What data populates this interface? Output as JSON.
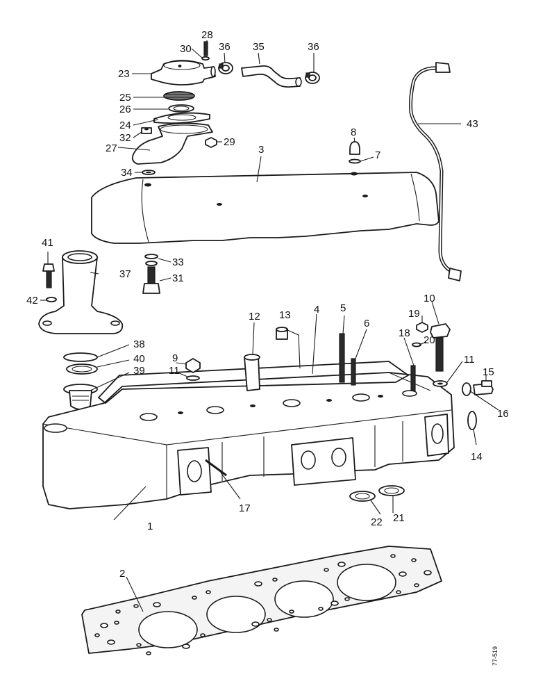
{
  "callouts": [
    {
      "id": "c1",
      "text": "1"
    },
    {
      "id": "c2",
      "text": "2"
    },
    {
      "id": "c3",
      "text": "3"
    },
    {
      "id": "c4",
      "text": "4"
    },
    {
      "id": "c5",
      "text": "5"
    },
    {
      "id": "c6",
      "text": "6"
    },
    {
      "id": "c7",
      "text": "7"
    },
    {
      "id": "c8",
      "text": "8"
    },
    {
      "id": "c9",
      "text": "9"
    },
    {
      "id": "c10",
      "text": "10"
    },
    {
      "id": "c11a",
      "text": "11"
    },
    {
      "id": "c11b",
      "text": "11"
    },
    {
      "id": "c12",
      "text": "12"
    },
    {
      "id": "c13",
      "text": "13"
    },
    {
      "id": "c14",
      "text": "14"
    },
    {
      "id": "c15",
      "text": "15"
    },
    {
      "id": "c16",
      "text": "16"
    },
    {
      "id": "c17",
      "text": "17"
    },
    {
      "id": "c18",
      "text": "18"
    },
    {
      "id": "c19",
      "text": "19"
    },
    {
      "id": "c20",
      "text": "20"
    },
    {
      "id": "c21",
      "text": "21"
    },
    {
      "id": "c22",
      "text": "22"
    },
    {
      "id": "c23",
      "text": "23"
    },
    {
      "id": "c24",
      "text": "24"
    },
    {
      "id": "c25",
      "text": "25"
    },
    {
      "id": "c26",
      "text": "26"
    },
    {
      "id": "c27",
      "text": "27"
    },
    {
      "id": "c28",
      "text": "28"
    },
    {
      "id": "c29",
      "text": "29"
    },
    {
      "id": "c30",
      "text": "30"
    },
    {
      "id": "c31",
      "text": "31"
    },
    {
      "id": "c32",
      "text": "32"
    },
    {
      "id": "c33",
      "text": "33"
    },
    {
      "id": "c34",
      "text": "34"
    },
    {
      "id": "c35",
      "text": "35"
    },
    {
      "id": "c36a",
      "text": "36"
    },
    {
      "id": "c36b",
      "text": "36"
    },
    {
      "id": "c37",
      "text": "37"
    },
    {
      "id": "c38",
      "text": "38"
    },
    {
      "id": "c39",
      "text": "39"
    },
    {
      "id": "c40",
      "text": "40"
    },
    {
      "id": "c41",
      "text": "41"
    },
    {
      "id": "c42",
      "text": "42"
    },
    {
      "id": "c43",
      "text": "43"
    }
  ],
  "figure_code": "77-519"
}
